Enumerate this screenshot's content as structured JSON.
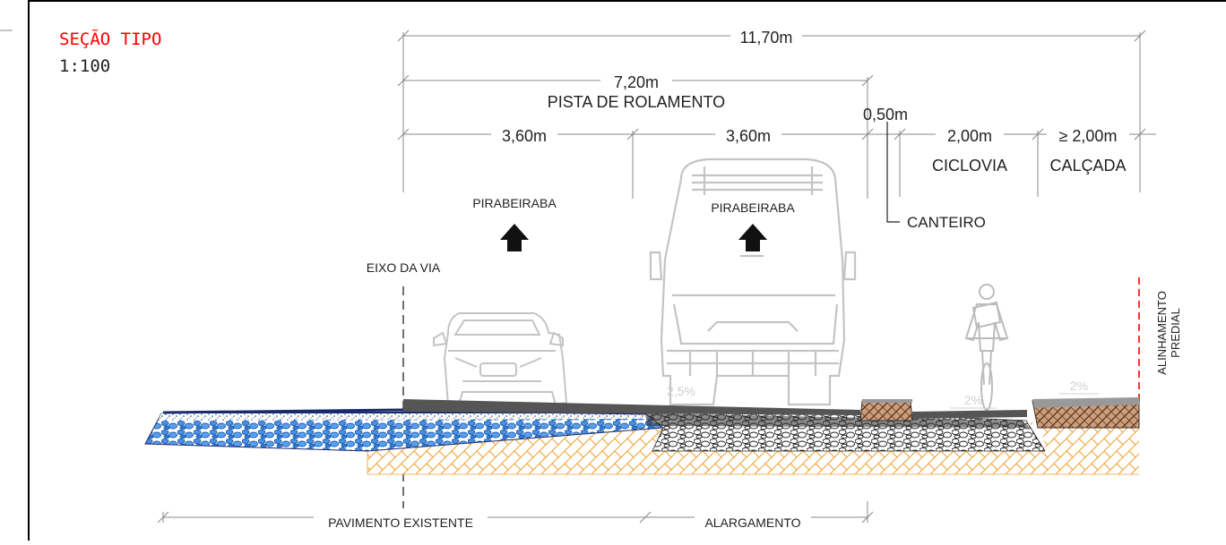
{
  "title": {
    "text": "SEÇÃO TIPO",
    "scale": "1:100"
  },
  "dimensions": {
    "total": "11,70m",
    "pista": "7,20m",
    "pista_label": "PISTA DE ROLAMENTO",
    "lane_left": "3,60m",
    "lane_right": "3,60m",
    "canteiro": "0,50m",
    "ciclovia": "2,00m",
    "ciclovia_label": "CICLOVIA",
    "calcada": "≥ 2,00m",
    "calcada_label": "CALÇADA"
  },
  "labels": {
    "direction_left": "PIRABEIRABA",
    "direction_right": "PIRABEIRABA",
    "canteiro_label": "CANTEIRO",
    "eixo": "EIXO DA VIA",
    "alinhamento_line1": "ALINHAMENTO",
    "alinhamento_line2": "PREDIAL",
    "slope_road": "2,5%",
    "slope_bike": "2%",
    "slope_sidewalk": "2%",
    "pavimento_existente": "PAVIMENTO EXISTENTE",
    "alargamento": "ALARGAMENTO"
  },
  "colors": {
    "title": "#ff0000",
    "dimension_line": "#888888",
    "asphalt": "#555555",
    "existing_pavement": "#1e6fd9",
    "existing_top": "#1a2a6e",
    "subgrade": "#f0a030",
    "gravel": "#2a2a2a",
    "curb_wood": "#a0522d",
    "alignment": "#ff0000"
  }
}
